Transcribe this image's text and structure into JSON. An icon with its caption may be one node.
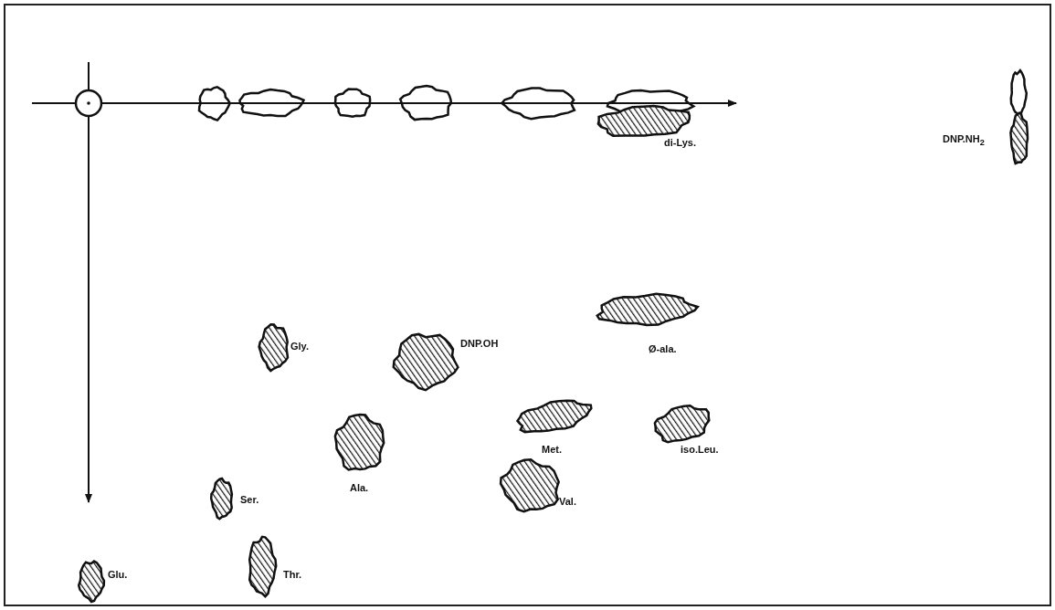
{
  "diagram": {
    "labels": [
      "di-Lys.",
      "DNP.NH$_{2}$",
      "Gly.",
      "DNP.OH",
      "Ø-ala.",
      "Met.",
      "iso.Leu.",
      "Ala.",
      "Ser.",
      "Val.",
      "Glu.",
      "Thr."
    ]
  }
}
